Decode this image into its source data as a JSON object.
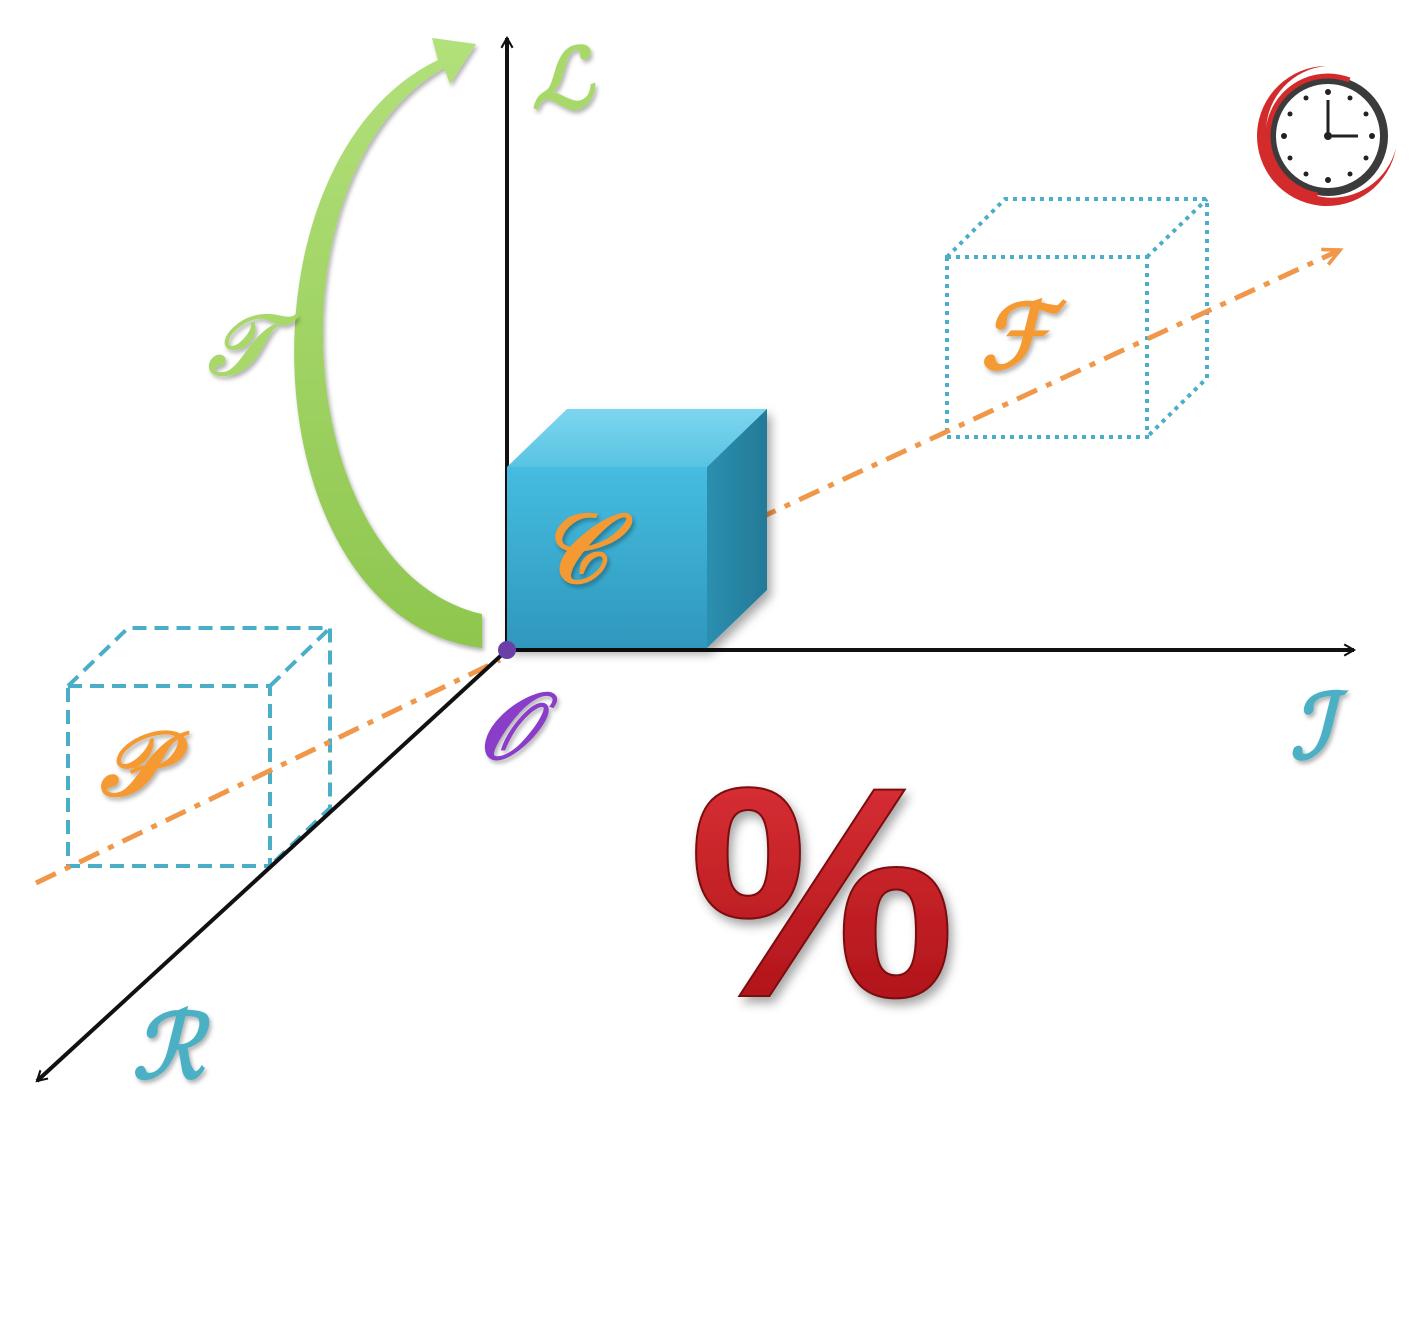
{
  "labels": {
    "vertical_axis": "ℒ",
    "horizontal_axis": "ℐ",
    "depth_axis": "ℛ",
    "origin": "𝒪",
    "arc": "𝒯",
    "center_cube": "𝒞",
    "future_cube": "ℱ",
    "past_cube": "𝒫",
    "percent": "%"
  },
  "icons": {
    "clock": "clock-icon"
  },
  "colors": {
    "axis": "#111111",
    "green_arc": "#9ccf5a",
    "orange_dash": "#f0974a",
    "cube_blue": "#3aaed4",
    "cube_outline": "#4aaec8",
    "orange_letter": "#f59a32",
    "purple_letter": "#8a3cc8",
    "teal_letter": "#4bb0c4",
    "green_letter": "#a8d86a",
    "percent_red": "#c8191e",
    "clock_red": "#d32b2b",
    "clock_gray": "#3b3b3b"
  }
}
